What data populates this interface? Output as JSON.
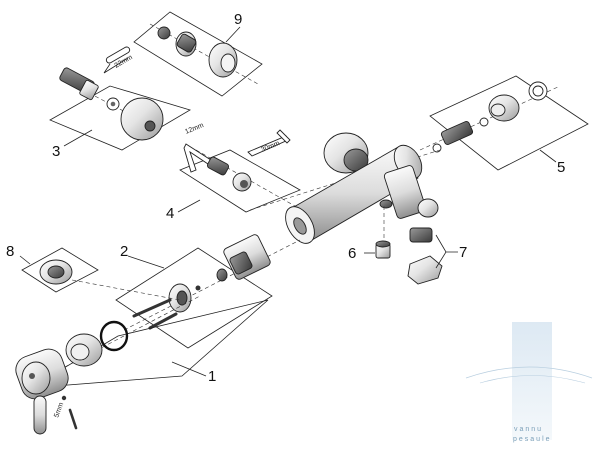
{
  "callouts": [
    "1",
    "2",
    "3",
    "4",
    "5",
    "6",
    "7",
    "8",
    "9"
  ],
  "dimensions": {
    "d22": "22mm",
    "d12": "12mm",
    "d30": "30mm",
    "d5": "5mm"
  },
  "watermark": {
    "line1": "vannu",
    "line2": "pesaule"
  }
}
